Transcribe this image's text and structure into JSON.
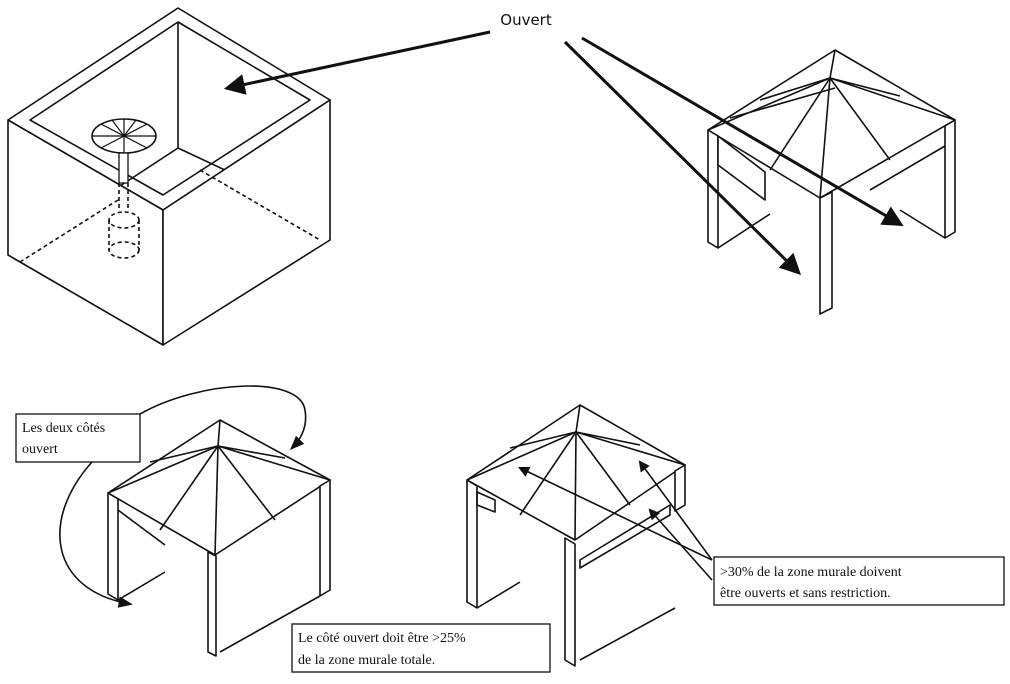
{
  "labels": {
    "open": "Ouvert",
    "both_sides_open": [
      "Les deux côtés",
      "ouvert"
    ],
    "open_side_25": [
      "Le côté ouvert doit être >25%",
      "de la zone murale totale."
    ],
    "wall_area_30": [
      ">30% de la zone murale doivent",
      "être ouverts et sans restriction."
    ]
  },
  "colors": {
    "ink": "#111111",
    "background": "#ffffff"
  },
  "icons": {
    "arrowhead": "arrowhead-icon"
  }
}
